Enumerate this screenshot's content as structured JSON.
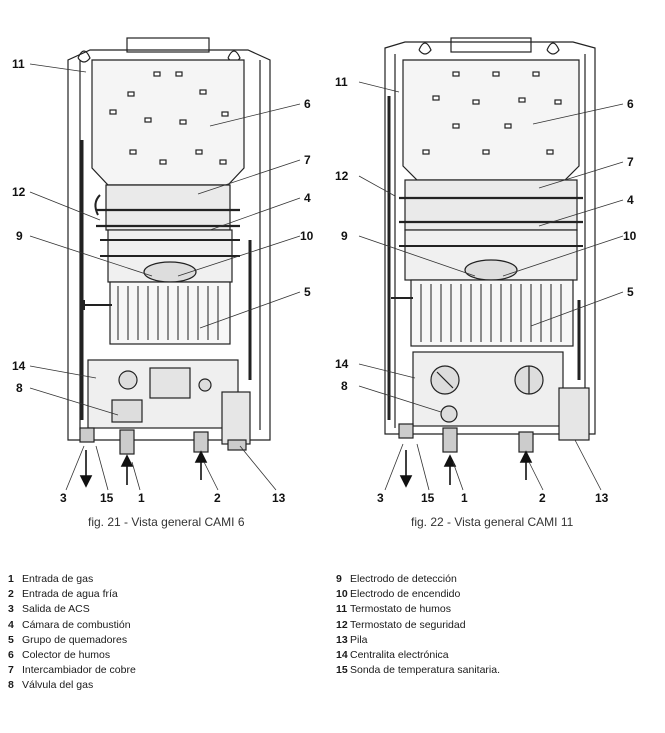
{
  "figures": [
    {
      "caption": "fig. 21 - Vista general CAMI 6",
      "callouts": [
        "11",
        "6",
        "7",
        "12",
        "4",
        "9",
        "10",
        "5",
        "14",
        "8",
        "3",
        "15",
        "1",
        "2",
        "13"
      ]
    },
    {
      "caption": "fig. 22 - Vista general CAMI 11",
      "callouts": [
        "11",
        "6",
        "7",
        "12",
        "4",
        "9",
        "10",
        "5",
        "14",
        "8",
        "3",
        "15",
        "1",
        "2",
        "13"
      ]
    }
  ],
  "legend_left": [
    {
      "num": "1",
      "text": "Entrada de gas"
    },
    {
      "num": "2",
      "text": "Entrada de agua fría"
    },
    {
      "num": "3",
      "text": "Salida de ACS"
    },
    {
      "num": "4",
      "text": "Cámara de combustión"
    },
    {
      "num": "5",
      "text": "Grupo de quemadores"
    },
    {
      "num": "6",
      "text": "Colector de humos"
    },
    {
      "num": "7",
      "text": "Intercambiador de cobre"
    },
    {
      "num": "8",
      "text": "Válvula del gas"
    }
  ],
  "legend_right": [
    {
      "num": "9",
      "text": "Electrodo de detección"
    },
    {
      "num": "10",
      "text": "Electrodo de encendido"
    },
    {
      "num": "11",
      "text": "Termostato de humos"
    },
    {
      "num": "12",
      "text": "Termostato de seguridad"
    },
    {
      "num": "13",
      "text": "Pila"
    },
    {
      "num": "14",
      "text": "Centralita electrónica"
    },
    {
      "num": "15",
      "text": "Sonda de temperatura sanitaria."
    }
  ]
}
